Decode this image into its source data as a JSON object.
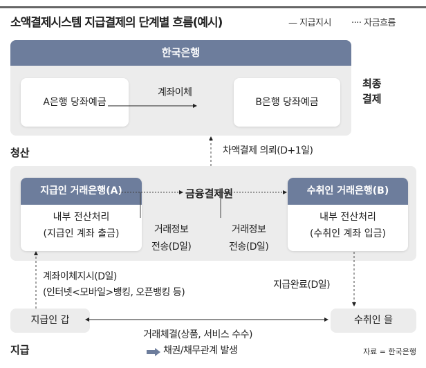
{
  "title": "소액결제시스템 지급결제의 단계별 흐름(예시)",
  "legend": {
    "solid": "— 지급지시",
    "dotted": "···· 자금흐름"
  },
  "settlement": {
    "header": "한국은행",
    "box_a": "A은행 당좌예금",
    "box_b": "B은행 당좌예금",
    "arrow_label": "계좌이체",
    "section_label_1": "최종",
    "section_label_2": "결제"
  },
  "clearing": {
    "section_label": "청산",
    "request_label": "차액결제 의뢰(D+1일)",
    "center": "금융결제원",
    "payer_bank": {
      "header": "지급인 거래은행(A)",
      "line1": "내부 전산처리",
      "line2": "(지급인 계좌 출금)"
    },
    "payee_bank": {
      "header": "수취인 거래은행(B)",
      "line1": "내부 전산처리",
      "line2": "(수취인 계좌 입금)"
    },
    "info_left": {
      "line1": "거래정보",
      "line2": "전송(D일)"
    },
    "info_right": {
      "line1": "거래정보",
      "line2": "전송(D일)"
    }
  },
  "payment": {
    "section_label": "지급",
    "transfer_line1": "계좌이체지시(D일)",
    "transfer_line2": "(인터넷<모바일>뱅킹, 오픈뱅킹 등)",
    "complete": "지급완료(D일)",
    "payer": "지급인 갑",
    "payee": "수취인 을",
    "deal": "거래체결(상품, 서비스 수수)",
    "debt": "채권/채무관계 발생"
  },
  "source": "자료 = 한국은행"
}
